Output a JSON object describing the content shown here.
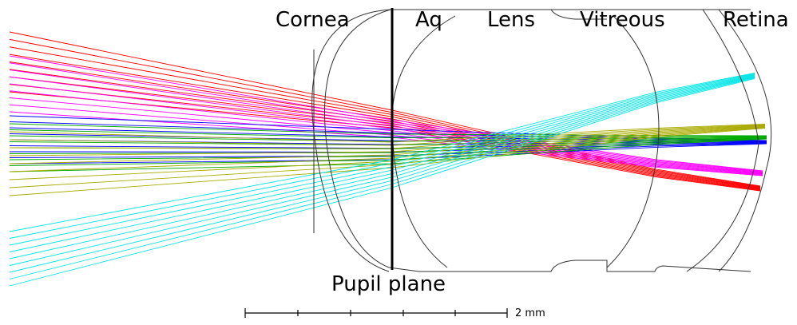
{
  "labels": {
    "cornea": "Cornea",
    "aqueous": "Aq",
    "lens": "Lens",
    "vitreous": "Vitreous",
    "retina": "Retina",
    "pupil_plane": "Pupil plane"
  },
  "scale_bar": {
    "label": "2 mm"
  },
  "ray_bundles": [
    {
      "color": "#ff0000"
    },
    {
      "color": "#ff00ff"
    },
    {
      "color": "#0000ff"
    },
    {
      "color": "#00aa00"
    },
    {
      "color": "#aaaa00"
    },
    {
      "color": "#00e5e5"
    }
  ]
}
